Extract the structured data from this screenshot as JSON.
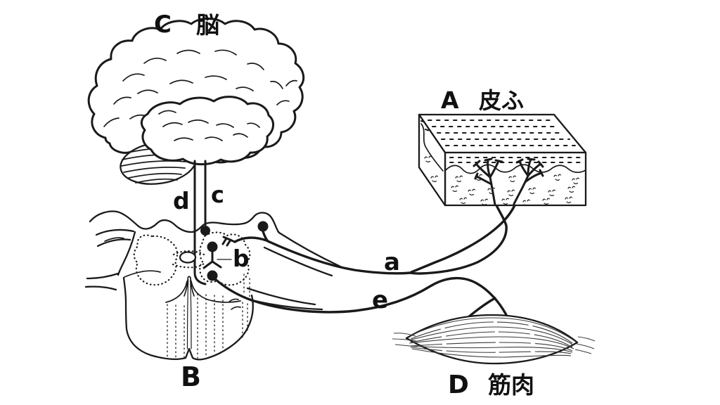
{
  "figure": {
    "background": "#ffffff",
    "ink": "#1a1a1a",
    "regions": {
      "skin": {
        "letter": "A",
        "name": "皮ふ"
      },
      "spinal_cord": {
        "letter": "B"
      },
      "brain": {
        "letter": "C",
        "name": "脳"
      },
      "muscle": {
        "letter": "D",
        "name": "筋肉"
      }
    },
    "pathways": {
      "a": "a",
      "b": "b",
      "c": "c",
      "d": "d",
      "e": "e"
    }
  }
}
